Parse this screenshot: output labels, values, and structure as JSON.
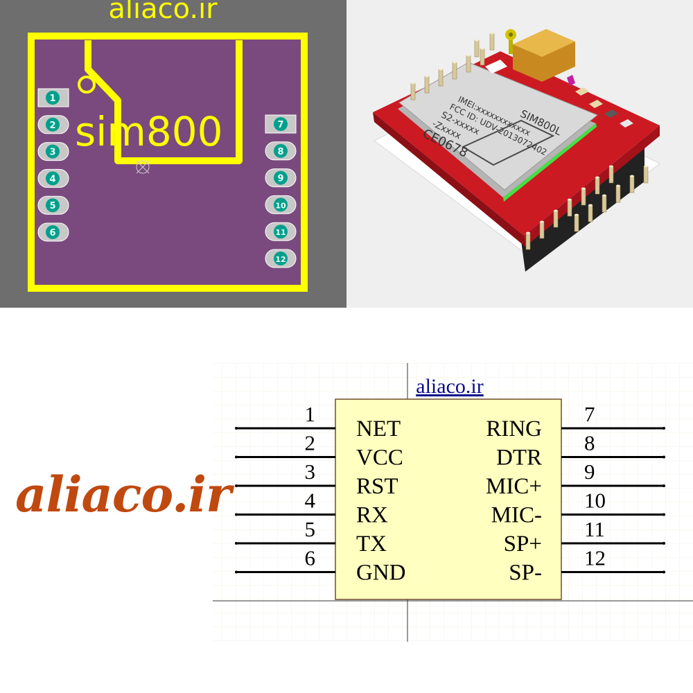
{
  "pcb_footprint": {
    "watermark": "aliaco.ir",
    "silkscreen_label": "sim800",
    "left_pins": [
      "1",
      "2",
      "3",
      "4",
      "5",
      "6"
    ],
    "right_pins": [
      "7",
      "8",
      "9",
      "10",
      "11",
      "12"
    ],
    "colors": {
      "background": "#6e6e6e",
      "board": "#7a4a7e",
      "silkscreen": "#ffff00",
      "pad": "#c8c8c8",
      "pin_number": "#009f8c"
    }
  },
  "module_render": {
    "label_model": "SIM800L",
    "label_imei": "IMEI:xxxxxxxxxxxx",
    "label_fcc": "FCC ID: UDV-2013072402",
    "label_s2": "S2-xxxxx",
    "label_z": "-Zxxxx",
    "label_ce": "CE0678",
    "colors": {
      "pcb": "#cc1a22",
      "shield": "#d9d9d9",
      "connector": "#d49a2a",
      "pins": "#d8c89a"
    }
  },
  "schematic": {
    "title_link": "aliaco.ir",
    "brand": "aliaco.ir",
    "left_pins": [
      {
        "number": "1",
        "name": "NET"
      },
      {
        "number": "2",
        "name": "VCC"
      },
      {
        "number": "3",
        "name": "RST"
      },
      {
        "number": "4",
        "name": "RX"
      },
      {
        "number": "5",
        "name": "TX"
      },
      {
        "number": "6",
        "name": "GND"
      }
    ],
    "right_pins": [
      {
        "number": "7",
        "name": "RING"
      },
      {
        "number": "8",
        "name": "DTR"
      },
      {
        "number": "9",
        "name": "MIC+"
      },
      {
        "number": "10",
        "name": "MIC-"
      },
      {
        "number": "11",
        "name": "SP+"
      },
      {
        "number": "12",
        "name": "SP-"
      }
    ],
    "colors": {
      "body": "#ffffc0",
      "link": "#0b0b8a",
      "brand": "#c0490f"
    }
  }
}
